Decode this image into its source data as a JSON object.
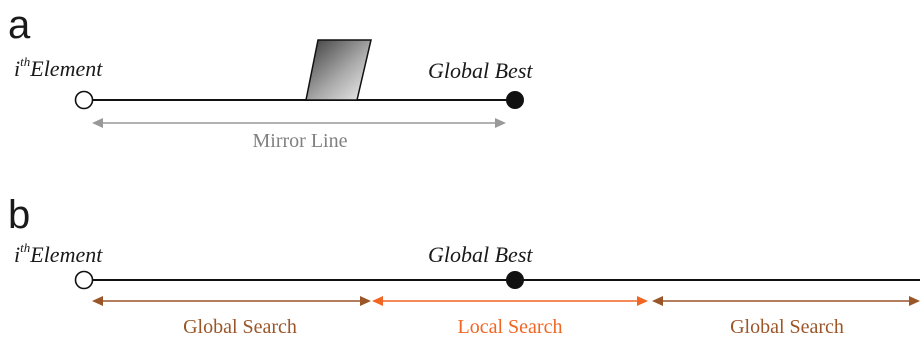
{
  "panel_a": {
    "letter": "a",
    "element_label_i": "i",
    "element_label_sup": "th",
    "element_label_rest": "Element",
    "best_label": "Global Best",
    "mirror_label": "Mirror Line"
  },
  "panel_b": {
    "letter": "b",
    "element_label_i": "i",
    "element_label_sup": "th",
    "element_label_rest": "Element",
    "best_label": "Global Best",
    "segments": [
      {
        "label": "Global Search",
        "color": "#9a5528"
      },
      {
        "label": "Local Search",
        "color": "#f26522"
      },
      {
        "label": "Global Search",
        "color": "#9a5528"
      }
    ]
  },
  "colors": {
    "line": "#111111",
    "mirror_arrow": "#999999",
    "mirror_text": "#808080",
    "global_search": "#9a5528",
    "local_search": "#f26522"
  }
}
